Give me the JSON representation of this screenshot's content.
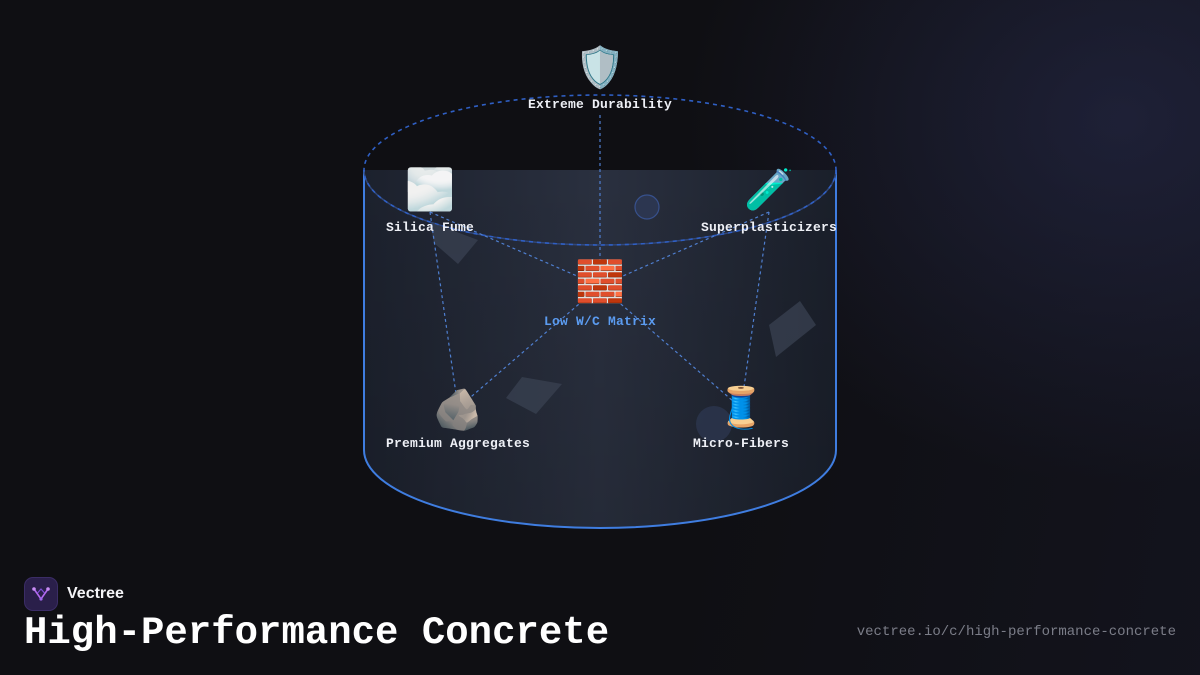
{
  "diagram": {
    "nodes": [
      {
        "id": "durability",
        "label": "Extreme Durability",
        "icon": "shield-icon",
        "glyph": "🛡️"
      },
      {
        "id": "silica",
        "label": "Silica Fume",
        "icon": "cloud-icon",
        "glyph": "🌫️"
      },
      {
        "id": "superplast",
        "label": "Superplasticizers",
        "icon": "test-tube-icon",
        "glyph": "🧪"
      },
      {
        "id": "matrix",
        "label": "Low W/C Matrix",
        "icon": "brick-icon",
        "glyph": "🧱"
      },
      {
        "id": "aggregates",
        "label": "Premium Aggregates",
        "icon": "rock-icon",
        "glyph": "🪨"
      },
      {
        "id": "fibers",
        "label": "Micro-Fibers",
        "icon": "thread-icon",
        "glyph": "🧵"
      }
    ],
    "edges": [
      [
        "durability",
        "matrix"
      ],
      [
        "silica",
        "matrix"
      ],
      [
        "superplast",
        "matrix"
      ],
      [
        "aggregates",
        "matrix"
      ],
      [
        "fibers",
        "matrix"
      ],
      [
        "silica",
        "aggregates"
      ],
      [
        "superplast",
        "fibers"
      ]
    ],
    "colors": {
      "container_stroke": "#3f7de0",
      "edge": "#4f7fd0",
      "center_label": "#5b9bf0"
    }
  },
  "footer": {
    "brand_name": "Vectree",
    "brand_icon": "vectree-logo-icon",
    "title": "High-Performance Concrete",
    "url": "vectree.io/c/high-performance-concrete"
  }
}
